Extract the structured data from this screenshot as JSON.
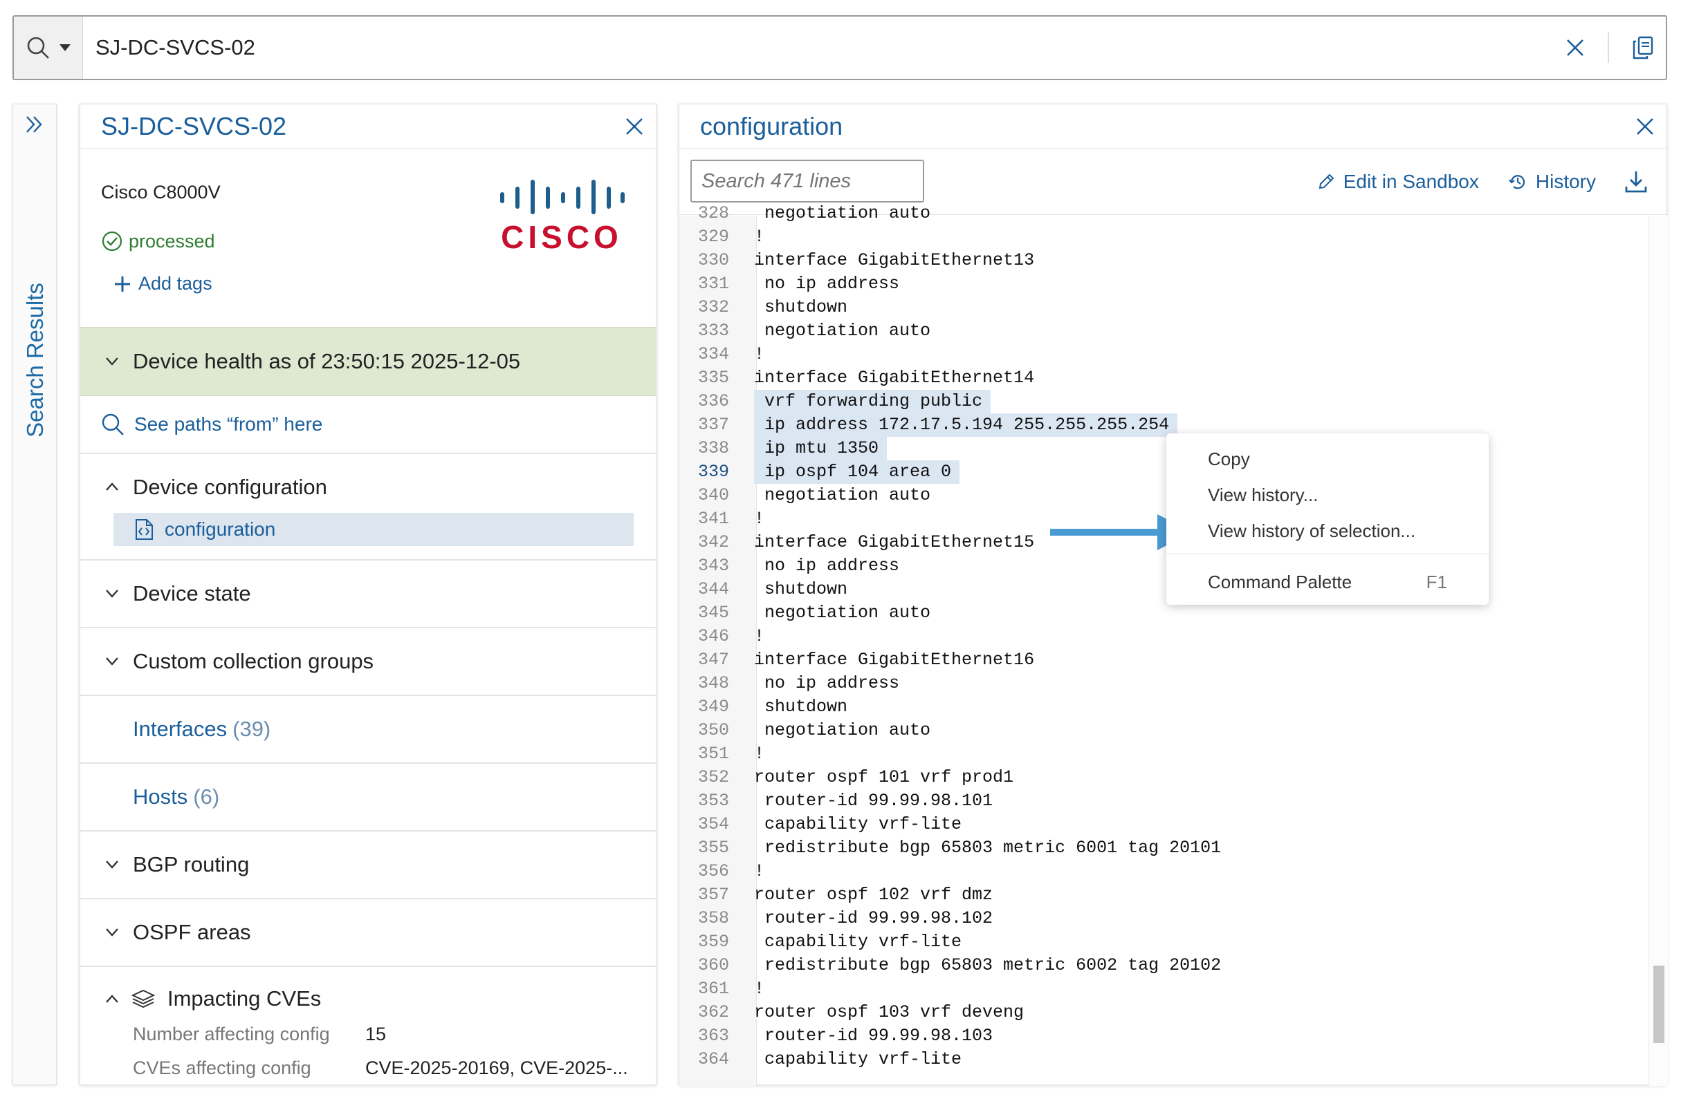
{
  "search_bar": {
    "query": "SJ-DC-SVCS-02",
    "icons": [
      "search-icon",
      "caret-down-icon",
      "close-icon",
      "copy-icon"
    ]
  },
  "left_rail": {
    "title": "Search Results",
    "icon": "double-chevron-right-icon"
  },
  "device_panel": {
    "title": "SJ-DC-SVCS-02",
    "model": "Cisco C8000V",
    "status": "processed",
    "add_tags": "Add tags",
    "logo_text": "CISCO",
    "health": "Device health as of 23:50:15 2025-12-05",
    "see_paths": "See paths “from” here",
    "device_configuration": "Device configuration",
    "config_item": "configuration",
    "device_state": "Device state",
    "custom_groups": "Custom collection groups",
    "interfaces_label": "Interfaces",
    "interfaces_count": "(39)",
    "hosts_label": "Hosts",
    "hosts_count": "(6)",
    "bgp": "BGP routing",
    "ospf": "OSPF areas",
    "cves": "Impacting CVEs",
    "cve_rows": [
      {
        "key": "Number affecting config",
        "value": "15"
      },
      {
        "key": "CVEs affecting config",
        "value": "CVE-2025-20169, CVE-2025-..."
      }
    ],
    "brand_color": "#c8102e",
    "health_bg": "#dfe9d2"
  },
  "config_panel": {
    "title": "configuration",
    "search_placeholder": "Search 471 lines",
    "edit_sandbox": "Edit in Sandbox",
    "history": "History",
    "current_line": 339,
    "lines": [
      {
        "n": "328",
        "t": " negotiation auto"
      },
      {
        "n": "329",
        "t": "!"
      },
      {
        "n": "330",
        "t": "interface GigabitEthernet13"
      },
      {
        "n": "331",
        "t": " no ip address"
      },
      {
        "n": "332",
        "t": " shutdown"
      },
      {
        "n": "333",
        "t": " negotiation auto"
      },
      {
        "n": "334",
        "t": "!"
      },
      {
        "n": "335",
        "t": "interface GigabitEthernet14"
      },
      {
        "n": "336",
        "t": " vrf forwarding public",
        "sel": true
      },
      {
        "n": "337",
        "t": " ip address 172.17.5.194 255.255.255.254",
        "sel": true
      },
      {
        "n": "338",
        "t": " ip mtu 1350",
        "sel": true
      },
      {
        "n": "339",
        "t": " ip ospf 104 area 0",
        "sel": true
      },
      {
        "n": "340",
        "t": " negotiation auto"
      },
      {
        "n": "341",
        "t": "!"
      },
      {
        "n": "342",
        "t": "interface GigabitEthernet15"
      },
      {
        "n": "343",
        "t": " no ip address"
      },
      {
        "n": "344",
        "t": " shutdown"
      },
      {
        "n": "345",
        "t": " negotiation auto"
      },
      {
        "n": "346",
        "t": "!"
      },
      {
        "n": "347",
        "t": "interface GigabitEthernet16"
      },
      {
        "n": "348",
        "t": " no ip address"
      },
      {
        "n": "349",
        "t": " shutdown"
      },
      {
        "n": "350",
        "t": " negotiation auto"
      },
      {
        "n": "351",
        "t": "!"
      },
      {
        "n": "352",
        "t": "router ospf 101 vrf prod1"
      },
      {
        "n": "353",
        "t": " router-id 99.99.98.101"
      },
      {
        "n": "354",
        "t": " capability vrf-lite"
      },
      {
        "n": "355",
        "t": " redistribute bgp 65803 metric 6001 tag 20101"
      },
      {
        "n": "356",
        "t": "!"
      },
      {
        "n": "357",
        "t": "router ospf 102 vrf dmz"
      },
      {
        "n": "358",
        "t": " router-id 99.99.98.102"
      },
      {
        "n": "359",
        "t": " capability vrf-lite"
      },
      {
        "n": "360",
        "t": " redistribute bgp 65803 metric 6002 tag 20102"
      },
      {
        "n": "361",
        "t": "!"
      },
      {
        "n": "362",
        "t": "router ospf 103 vrf deveng"
      },
      {
        "n": "363",
        "t": " router-id 99.99.98.103"
      },
      {
        "n": "364",
        "t": " capability vrf-lite"
      }
    ]
  },
  "context_menu": {
    "copy": "Copy",
    "view_history": "View history...",
    "view_history_selection": "View history of selection...",
    "command_palette": "Command Palette",
    "command_palette_shortcut": "F1"
  },
  "colors": {
    "link": "#1b5e9b",
    "status_ok": "#2e7d32",
    "selection": "#dbe6f3",
    "annotation_arrow": "#4a9ad4"
  }
}
